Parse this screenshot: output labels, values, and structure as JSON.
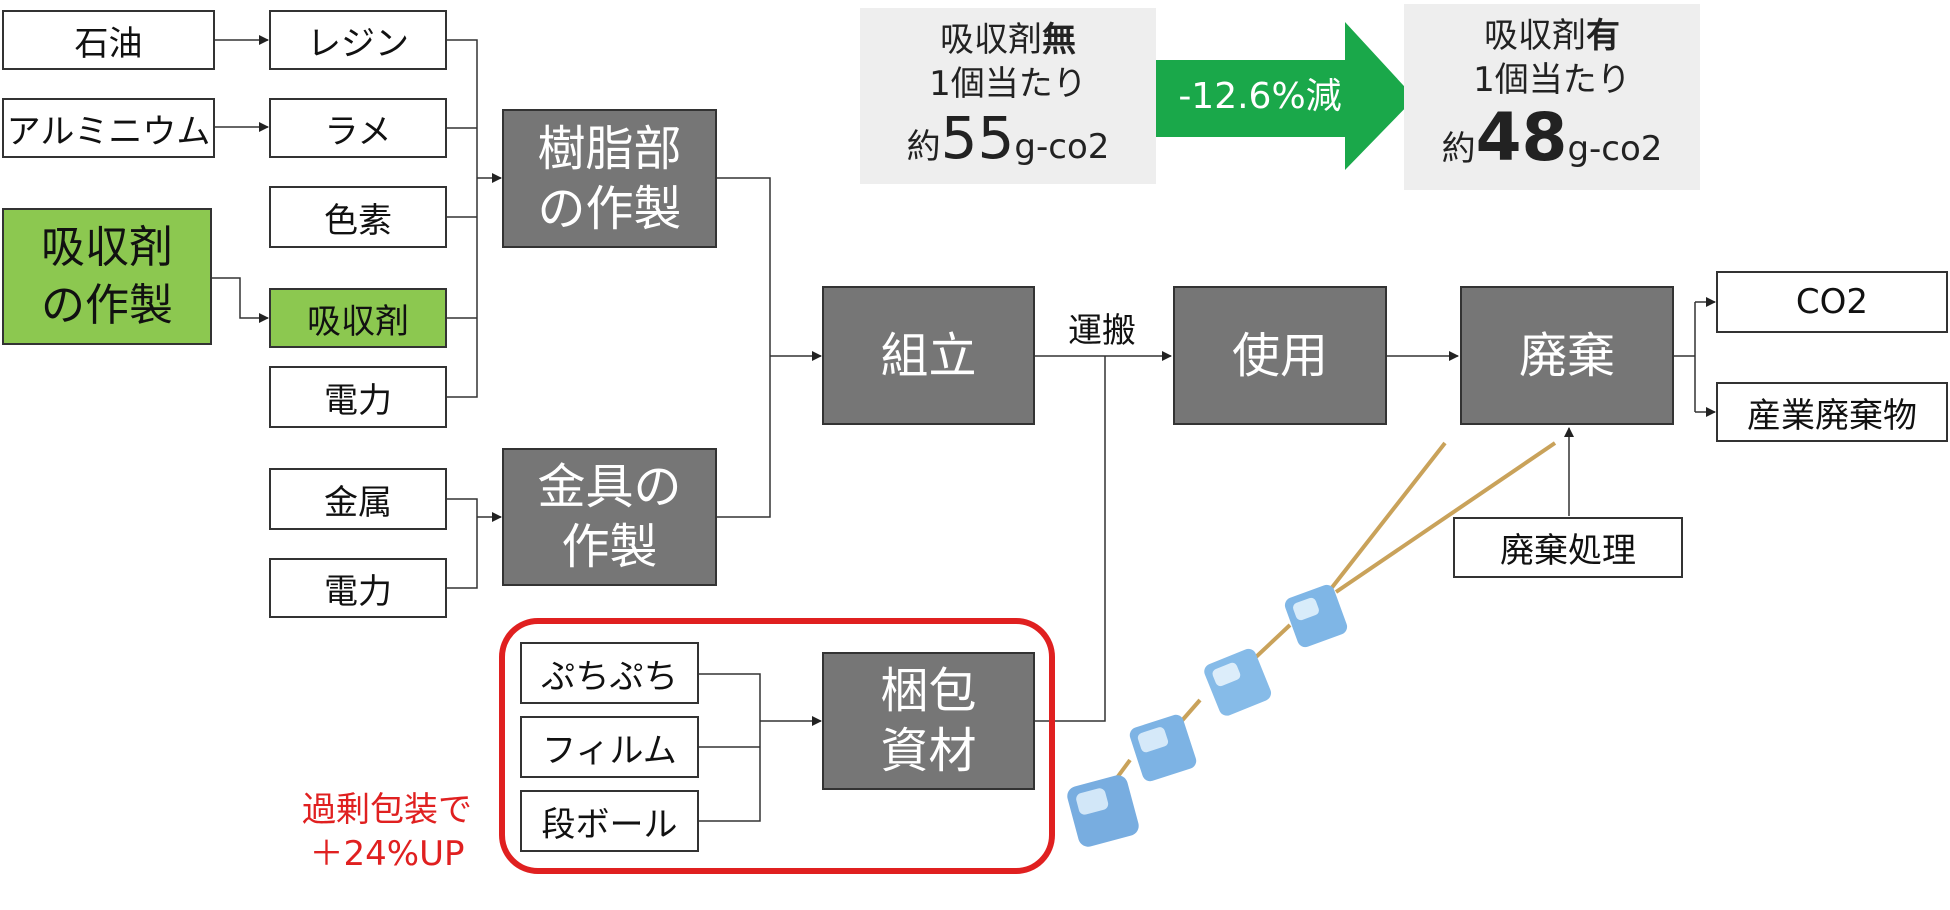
{
  "inputs": {
    "oil": "石油",
    "resin": "レジン",
    "aluminium": "アルミニウム",
    "glitter": "ラメ",
    "pigment": "色素",
    "absorbent_make_line1": "吸収剤",
    "absorbent_make_line2": "の作製",
    "absorbent": "吸収剤",
    "power1": "電力",
    "metal": "金属",
    "power2": "電力",
    "bubble_wrap": "ぷちぷち",
    "film": "フィルム",
    "cardboard": "段ボール"
  },
  "process": {
    "resin_part_line1": "樹脂部",
    "resin_part_line2": "の作製",
    "fitting_line1": "金具の",
    "fitting_line2": "作製",
    "assembly": "組立",
    "transport": "運搬",
    "use": "使用",
    "disposal": "廃棄",
    "packaging_line1": "梱包",
    "packaging_line2": "資材",
    "disposal_treatment": "廃棄処理",
    "co2": "CO2",
    "industrial_waste": "産業廃棄物"
  },
  "comparison": {
    "without": {
      "title_prefix": "吸収剤",
      "title_bold": "無",
      "per_unit": "1個当たり",
      "approx": "約",
      "value": "55",
      "unit": "g-co2"
    },
    "arrow_label": "-12.6%減",
    "with": {
      "title_prefix": "吸収剤",
      "title_bold": "有",
      "per_unit": "1個当たり",
      "approx": "約",
      "value": "48",
      "unit": "g-co2"
    }
  },
  "callout": {
    "line1": "過剰包装で",
    "line2": "＋24%UP"
  },
  "colors": {
    "process_box": "#767676",
    "green_box": "#8cc850",
    "arrow_green": "#1aa84a",
    "highlight_red": "#e02020",
    "panel_bg": "#eeeeee"
  }
}
